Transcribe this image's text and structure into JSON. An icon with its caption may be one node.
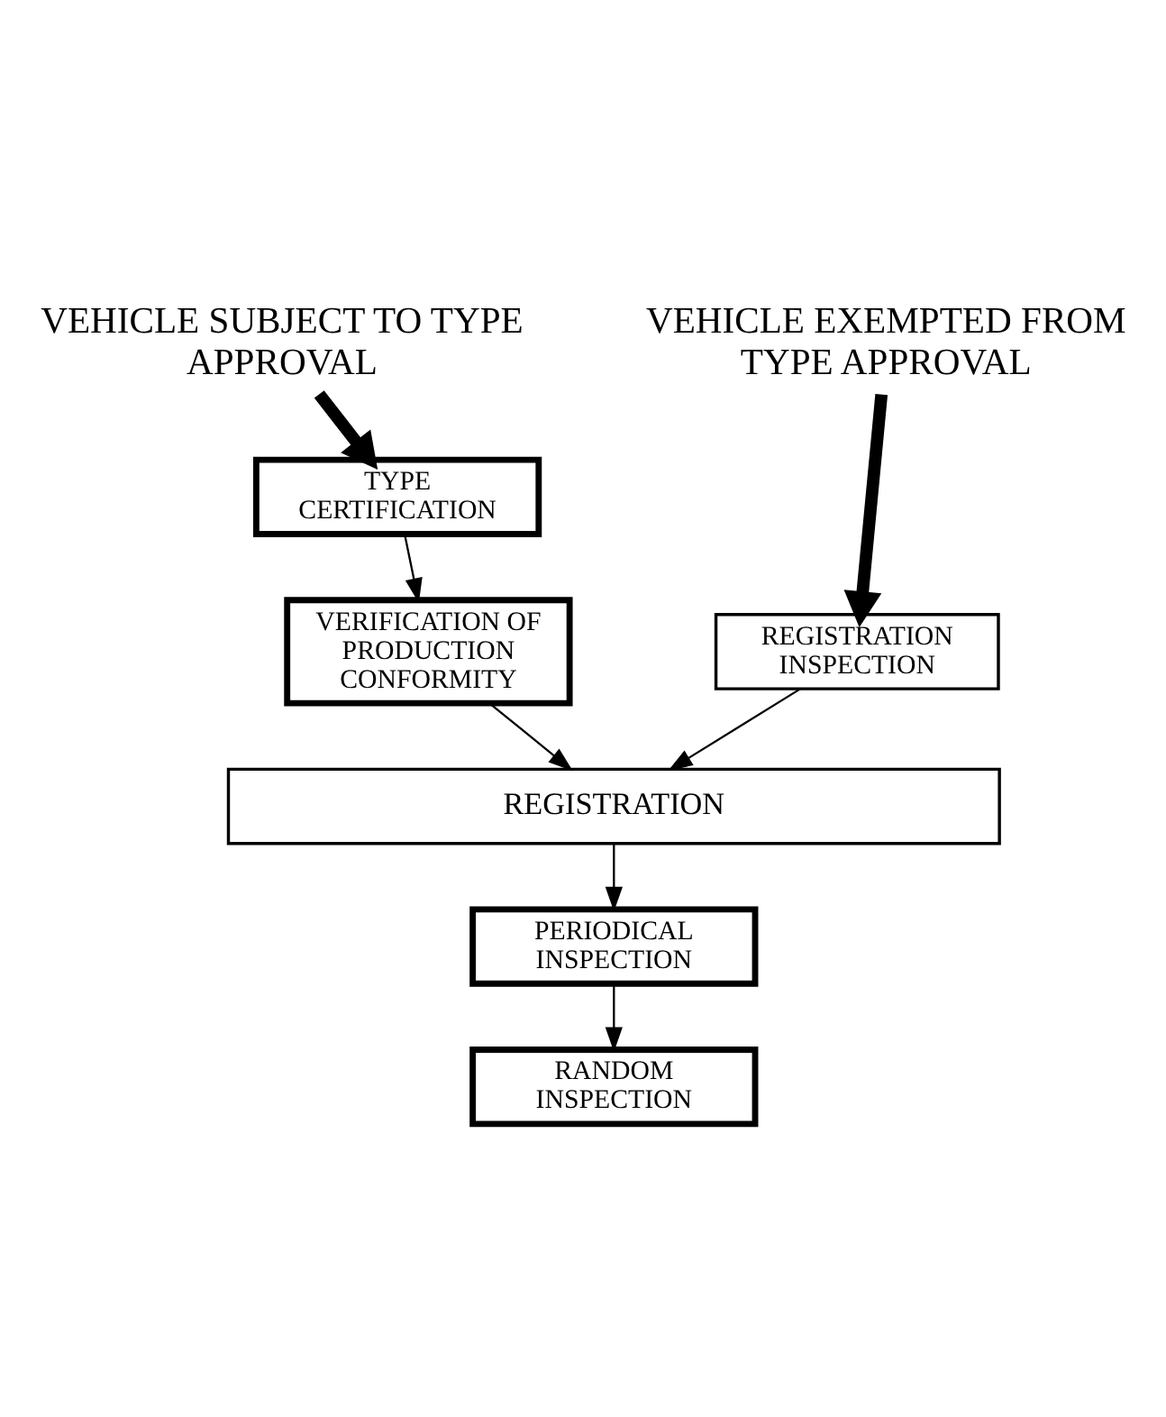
{
  "diagram": {
    "nodes": [
      {
        "text": [
          "VEHICLE SUBJECT TO TYPE APPROVAL"
        ]
      },
      {
        "text": [
          "VEHICLE EXEMPTED FROM TYPE APPROVAL"
        ]
      },
      {
        "text": [
          "TYPE CERTIFICATION"
        ]
      },
      {
        "text": [
          "VERIFICATION OF PRODUCTION CONFORMITY"
        ]
      },
      {
        "text": [
          "REGISTRATION INSPECTION"
        ]
      },
      {
        "text": [
          "REGISTRATION"
        ]
      },
      {
        "text": [
          "PERIODICAL INSPECTION"
        ]
      },
      {
        "text": [
          "RANDOM INSPECTION"
        ]
      }
    ],
    "edges": [
      {
        "from": 0,
        "to": 2,
        "arrow": "to",
        "style": "thick"
      },
      {
        "from": 2,
        "to": 3,
        "arrow": "to"
      },
      {
        "from": 1,
        "to": 4,
        "arrow": "to",
        "style": "thick"
      },
      {
        "from": 3,
        "to": 5,
        "arrow": "to"
      },
      {
        "from": 4,
        "to": 5,
        "arrow": "to"
      },
      {
        "from": 5,
        "to": 6,
        "arrow": "to"
      },
      {
        "from": 6,
        "to": 7,
        "arrow": "to"
      }
    ]
  }
}
